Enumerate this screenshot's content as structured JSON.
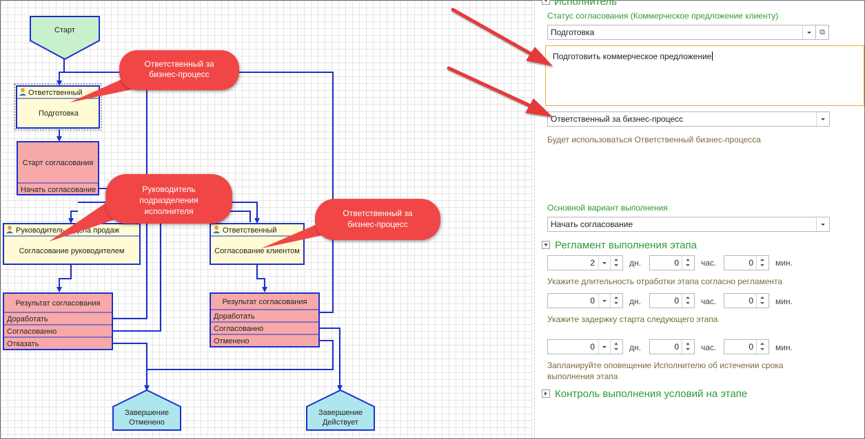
{
  "diagram": {
    "start": "Старт",
    "node_prep": {
      "header": "Ответственный",
      "body": "Подготовка"
    },
    "node_start_approval": {
      "body": "Старт согласования",
      "footer": "Начать согласование"
    },
    "node_mgr": {
      "header": "Руководитель отдела продаж",
      "body": "Согласование руководителем"
    },
    "node_client": {
      "header": "Ответственный",
      "body": "Согласование клиентом"
    },
    "result_left": {
      "title": "Результат согласования",
      "rows": [
        "Доработать",
        "Согласованно",
        "Отказать"
      ]
    },
    "result_right": {
      "title": "Результат согласования",
      "rows": [
        "Доработать",
        "Согласованно",
        "Отменено"
      ]
    },
    "end_cancelled": {
      "line1": "Завершение",
      "line2": "Отменено"
    },
    "end_active": {
      "line1": "Завершение",
      "line2": "Действует"
    }
  },
  "callouts": [
    {
      "line1": "Ответственный за",
      "line2": "бизнес-процесс"
    },
    {
      "line1": "Руководитель",
      "line2": "подразделения",
      "line3": "исполнителя"
    },
    {
      "line1": "Ответственный за",
      "line2": "бизнес-процесс"
    }
  ],
  "panel": {
    "section_executor": "Исполнитель",
    "status_label": "Статус согласования (Коммерческое предложение клиенту)",
    "status_value": "Подготовка",
    "task_text": "Подготовить коммерческое предложение",
    "executor_value": "Ответственный за бизнес-процесс",
    "executor_hint": "Будет использоваться Ответственный бизнес-процесса",
    "main_option_label": "Основной вариант выполнения",
    "main_option_value": "Начать согласование",
    "section_regulation": "Регламент выполнения этапа",
    "duration": {
      "days": "2",
      "hours": "0",
      "minutes": "0"
    },
    "duration_hint": "Укажите длительность отработки этапа согласно регламента",
    "delay": {
      "days": "0",
      "hours": "0",
      "minutes": "0"
    },
    "delay_hint": "Укажите задержку старта следующего этапа",
    "notify": {
      "days": "0",
      "hours": "0",
      "minutes": "0"
    },
    "notify_hint_line1": "Запланируйте оповещение Исполнителю об истечении срока",
    "notify_hint_line2": "выполнения этапа",
    "unit_days": "дн.",
    "unit_hours": "час.",
    "unit_minutes": "мин.",
    "section_control": "Контроль выполнения условий на этапе"
  },
  "colors": {
    "accent_green": "#2d9a3a",
    "hint_olive": "#7a6a3a",
    "callout_red": "#f04646",
    "node_red": "#f7a9a9",
    "node_yellow": "#fffbd4",
    "start_green": "#c8f0cc",
    "end_cyan": "#aee6ee",
    "connector_blue": "#1b2fd1"
  }
}
